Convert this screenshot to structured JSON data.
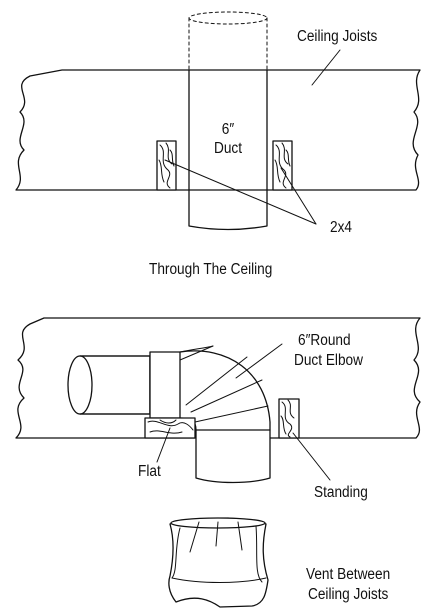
{
  "figure1": {
    "duct_size": "6″",
    "duct_word": "Duct",
    "ceiling_joists": "Ceiling Joists",
    "lumber": "2x4",
    "caption": "Through The Ceiling"
  },
  "figure2": {
    "elbow_line1": "6″Round",
    "elbow_line2": "Duct Elbow",
    "flat": "Flat",
    "standing": "Standing"
  },
  "figure3": {
    "line1": "Vent Between",
    "line2": "Ceiling Joists"
  },
  "colors": {
    "ink": "#111111",
    "paper": "#ffffff"
  }
}
